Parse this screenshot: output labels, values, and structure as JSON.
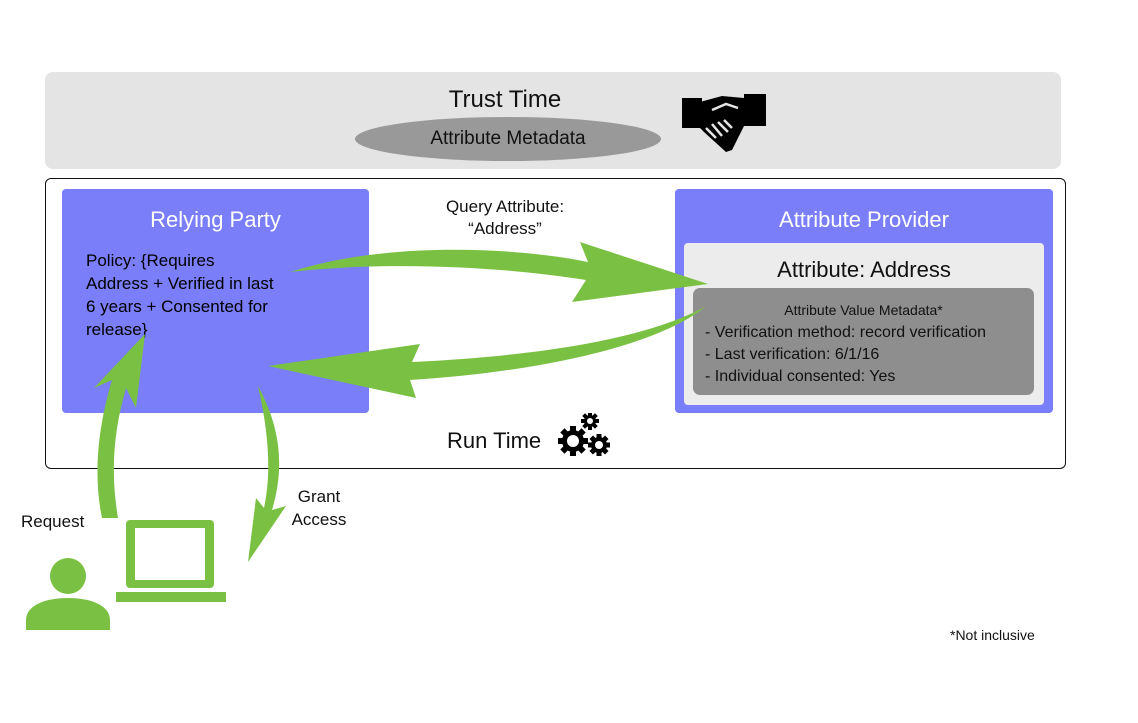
{
  "trust": {
    "title": "Trust Time",
    "pill": "Attribute Metadata"
  },
  "runtime": {
    "label": "Run Time"
  },
  "relying_party": {
    "title": "Relying Party",
    "policy_lines": [
      "Policy: {Requires",
      "Address + Verified in last",
      "6 years + Consented for",
      "release}"
    ]
  },
  "attribute_provider": {
    "title": "Attribute Provider",
    "attribute_title": "Attribute: Address",
    "metadata_title": "Attribute Value Metadata*",
    "metadata_lines": [
      "- Verification method: record verification",
      "- Last verification: 6/1/16",
      "- Individual consented: Yes"
    ]
  },
  "labels": {
    "query_line1": "Query Attribute:",
    "query_line2": "“Address”",
    "request": "Request",
    "grant_line1": "Grant",
    "grant_line2": "Access",
    "footnote": "*Not inclusive"
  },
  "colors": {
    "box_fill": "#7a7ef9",
    "arrow_green": "#7ac143",
    "band_gray": "#e4e4e4",
    "pill_gray": "#999999",
    "meta_gray": "#8e8e8e"
  },
  "icons": {
    "handshake": "handshake-icon",
    "gears": "gears-icon",
    "user": "user-icon",
    "laptop": "laptop-icon"
  }
}
